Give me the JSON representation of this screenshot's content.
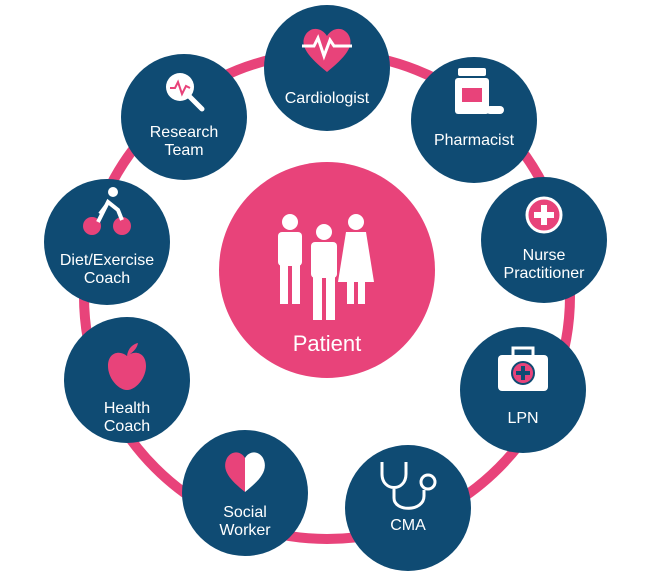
{
  "diagram": {
    "center": {
      "label": "Patient",
      "icon": "people-group-icon",
      "color": "#e8437a"
    },
    "ring_color": "#e8437a",
    "node_color": "#0f4b73",
    "accent_color": "#e8437a",
    "nodes": [
      {
        "label": "Cardiologist",
        "icon": "heartbeat-icon"
      },
      {
        "label": "Pharmacist",
        "icon": "pill-bottle-icon"
      },
      {
        "label": "Nurse\nPractitioner",
        "icon": "medical-cross-icon"
      },
      {
        "label": "LPN",
        "icon": "medical-kit-icon"
      },
      {
        "label": "CMA",
        "icon": "stethoscope-icon"
      },
      {
        "label": "Social\nWorker",
        "icon": "heart-icon"
      },
      {
        "label": "Health\nCoach",
        "icon": "apple-icon"
      },
      {
        "label": "Diet/Exercise\nCoach",
        "icon": "cyclist-icon"
      },
      {
        "label": "Research\nTeam",
        "icon": "magnifier-icon"
      }
    ]
  }
}
